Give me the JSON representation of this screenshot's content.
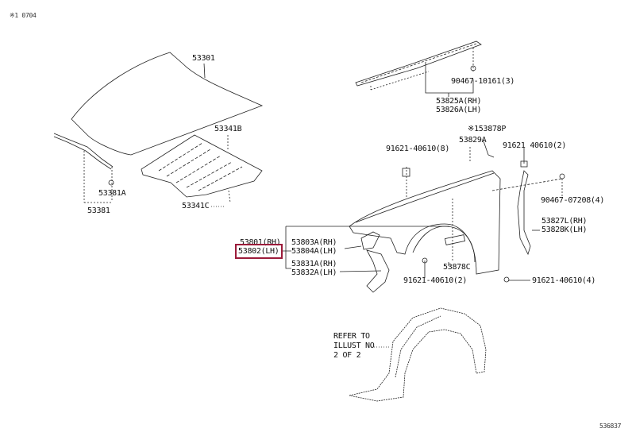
{
  "header": {
    "note": "※1 0704"
  },
  "footer": {
    "diagram_id": "536837"
  },
  "highlight_color": "#9b1b3a",
  "labels": {
    "hood": "53301",
    "hood_insulator": "53341B",
    "hood_seal_clip": "53381A",
    "hood_seal": "53381",
    "insulator_clip": "53341C",
    "cowl_clip": "90467-10161(3)",
    "cowl_seal_rh": "53825A(RH)",
    "cowl_seal_lh": "53826A(LH)",
    "fender_protector_note": "※153878P",
    "fender_pad": "53829A",
    "bolt_8": "91621-40610(8)",
    "bolt_2_top": "91621 40610(2)",
    "clip_4": "90467-07208(4)",
    "seal_rh": "53827L(RH)",
    "seal_lh": "53828K(LH)",
    "fender_rh": "53801(RH)",
    "fender_lh": "53802(LH)",
    "bracket_rh": "53803A(RH)",
    "bracket_lh": "53804A(LH)",
    "brace_rh": "53831A(RH)",
    "brace_lh": "53832A(LH)",
    "pad_c": "53878C",
    "bolt_2_bottom": "91621-40610(2)",
    "bolt_4": "91621-40610(4)"
  },
  "refer_note": [
    "REFER TO",
    "ILLUST NO",
    "2 OF 2"
  ]
}
